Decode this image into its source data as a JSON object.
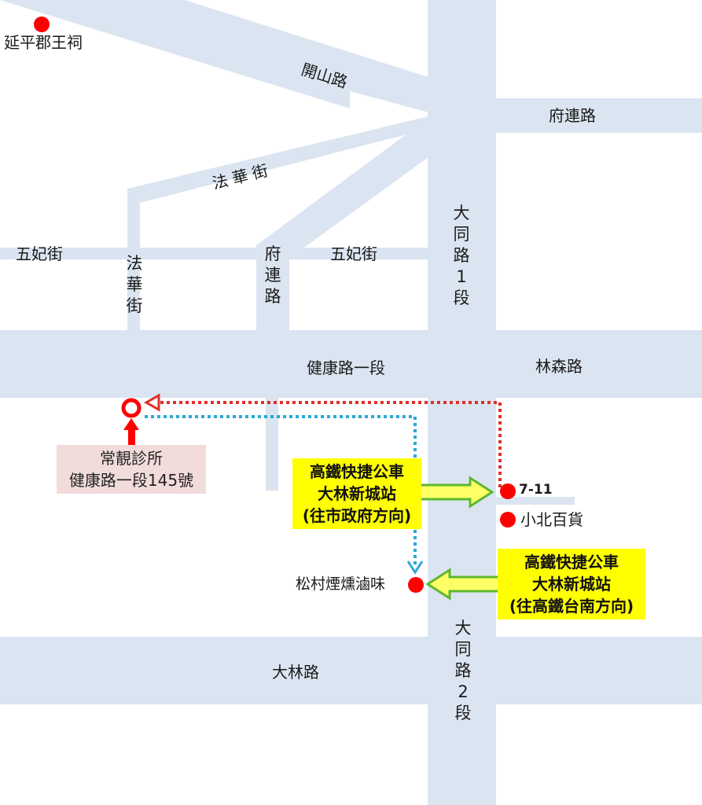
{
  "title": "",
  "roads": {
    "kaishan": "開山路",
    "fulian_east": "府連路",
    "fahua_diag": "法華街",
    "wufei_west": "五妃街",
    "fahua_vertical": "法華街",
    "fulian_vertical": "府連路",
    "wufei_east": "五妃街",
    "datong_1": "大同路1段",
    "jiankang": "健康路一段",
    "linsen": "林森路",
    "dalin": "大林路",
    "datong_2": "大同路2段"
  },
  "places": {
    "yanping": "延平郡王祠",
    "seven_eleven": "7-11",
    "xiaobei": "小北百貨",
    "songcun": "松村煙燻滷味"
  },
  "clinic": {
    "name": "常靚診所",
    "address": "健康路一段145號"
  },
  "bus_stop_city_hall": {
    "line1": "高鐵快捷公車",
    "line2": "大林新城站",
    "line3": "(往市政府方向)"
  },
  "bus_stop_hsr": {
    "line1": "高鐵快捷公車",
    "line2": "大林新城站",
    "line3": "(往高鐵台南方向)"
  },
  "colors": {
    "road": "#dbe5f1",
    "marker": "#ff0000",
    "route_red": "#e0302a",
    "route_blue": "#2aa9d6",
    "bus_box": "#ffff00",
    "clinic_box": "#f2dcdb",
    "arrow_fill": "#ffff66",
    "arrow_stroke": "#5cb82e"
  }
}
